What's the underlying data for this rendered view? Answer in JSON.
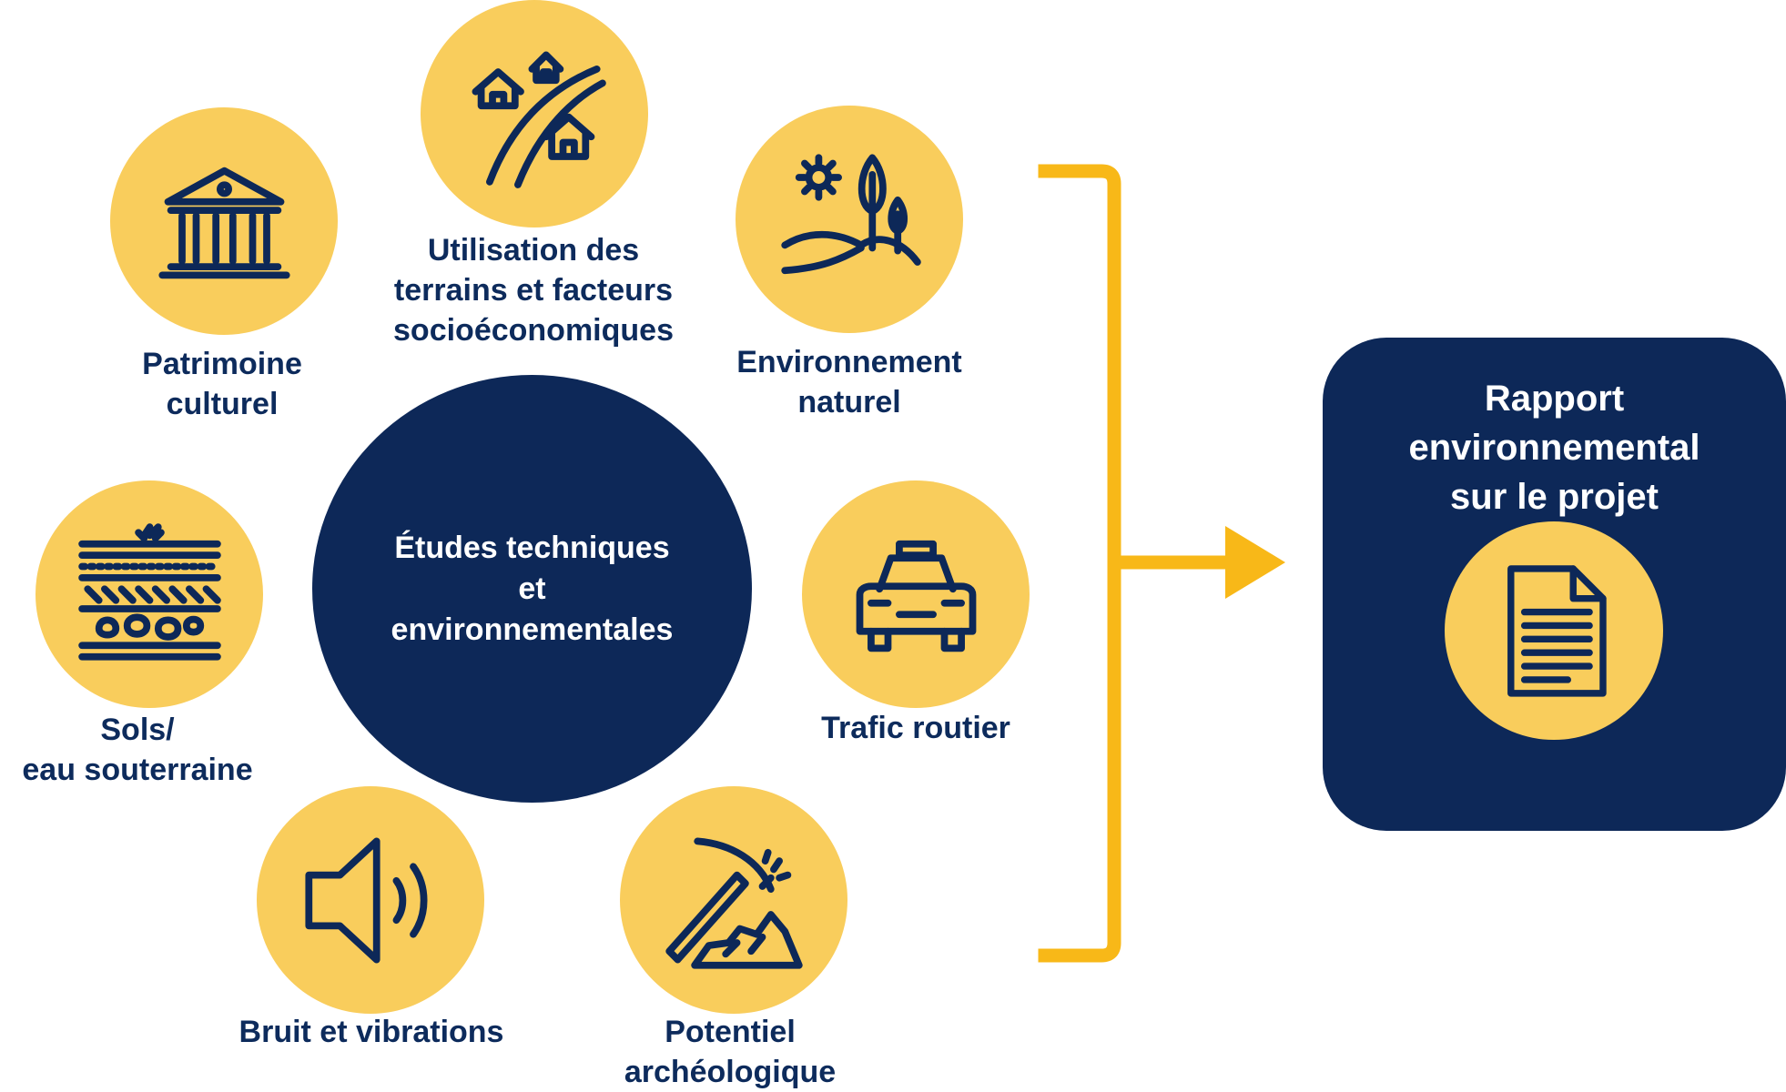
{
  "center": {
    "label": "Études techniques\net\nenvironnementales"
  },
  "topics": [
    {
      "label": "Patrimoine\nculturel",
      "icon": "museum-icon"
    },
    {
      "label": "Utilisation des\nterrains et facteurs\nsocioéconomiques",
      "icon": "houses-road-icon"
    },
    {
      "label": "Environnement\nnaturel",
      "icon": "landscape-icon"
    },
    {
      "label": "Sols/\neau souterraine",
      "icon": "soil-layers-icon"
    },
    {
      "label": "Trafic routier",
      "icon": "car-icon"
    },
    {
      "label": "Bruit et vibrations",
      "icon": "speaker-icon"
    },
    {
      "label": "Potentiel\narchéologique",
      "icon": "pickaxe-icon"
    }
  ],
  "result": {
    "label": "Rapport\nenvironnemental\nsur le projet",
    "icon": "document-icon"
  },
  "colors": {
    "navy": "#0d2858",
    "yellow_circle": "#f9cd5c",
    "bracket_yellow": "#f8b818",
    "label_text": "#0d2b5c"
  }
}
